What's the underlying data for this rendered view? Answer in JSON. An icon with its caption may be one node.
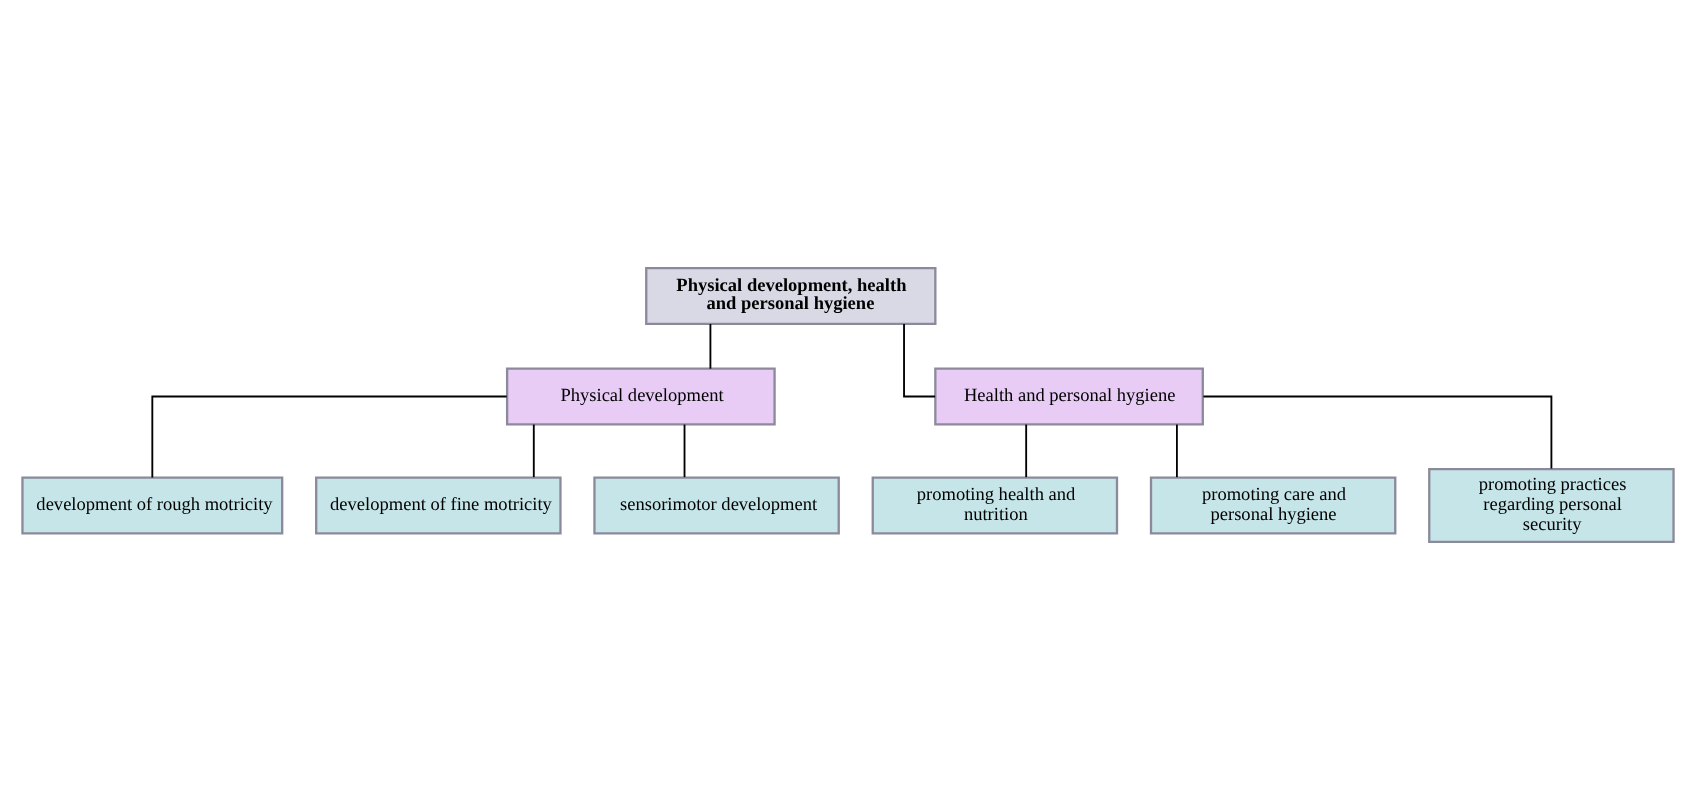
{
  "diagram": {
    "nodes": [
      {
        "text": [
          "Physical development, health and personal hygiene"
        ]
      },
      {
        "text": [
          "Physical development"
        ]
      },
      {
        "text": [
          "Health and personal hygiene"
        ]
      },
      {
        "text": [
          "development of rough motricity"
        ]
      },
      {
        "text": [
          "development of fine motricity"
        ]
      },
      {
        "text": [
          "sensorimotor development"
        ]
      },
      {
        "text": [
          "promoting health and nutrition"
        ]
      },
      {
        "text": [
          "promoting care and personal hygiene"
        ]
      },
      {
        "text": [
          "promoting practices regarding personal security"
        ]
      }
    ],
    "edges": [
      {
        "from": 0,
        "to": 1,
        "arrow": "none"
      },
      {
        "from": 0,
        "to": 2,
        "arrow": "none"
      },
      {
        "from": 1,
        "to": 3,
        "arrow": "none"
      },
      {
        "from": 1,
        "to": 4,
        "arrow": "none"
      },
      {
        "from": 1,
        "to": 5,
        "arrow": "none"
      },
      {
        "from": 2,
        "to": 6,
        "arrow": "none"
      },
      {
        "from": 2,
        "to": 7,
        "arrow": "none"
      },
      {
        "from": 2,
        "to": 8,
        "arrow": "none"
      }
    ]
  }
}
